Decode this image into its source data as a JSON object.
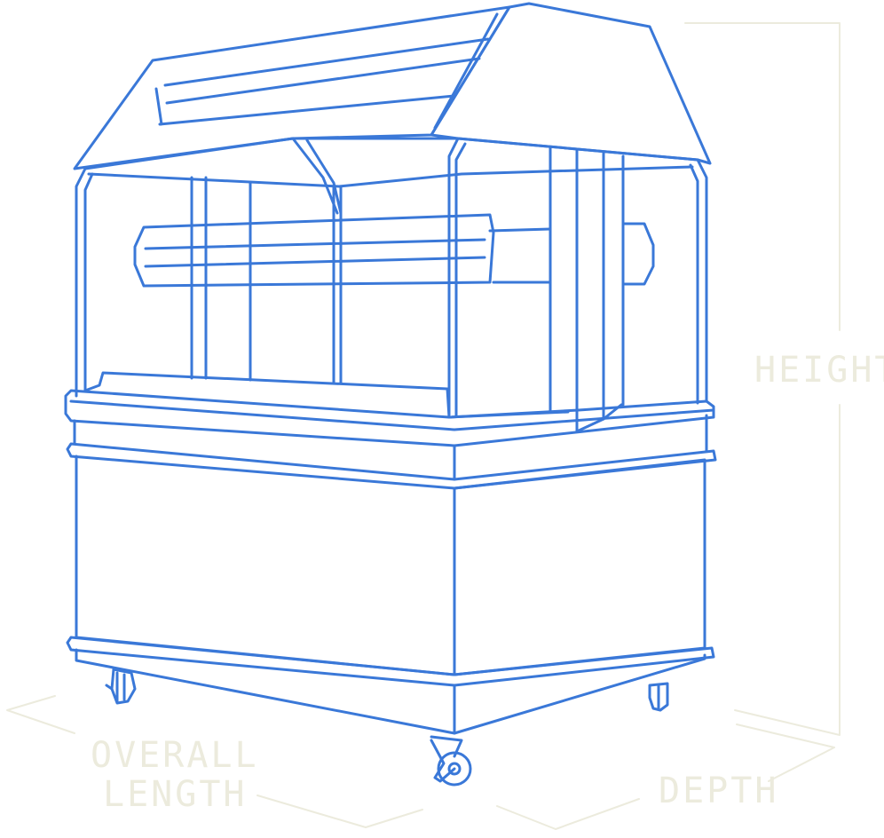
{
  "colors": {
    "outline": "#3a78d8",
    "dimension": "#ecebdd",
    "background": "#ffffff"
  },
  "labels": {
    "height": "HEIGHT",
    "overall_length_line1": "OVERALL",
    "overall_length_line2": "LENGTH",
    "depth": "DEPTH"
  }
}
